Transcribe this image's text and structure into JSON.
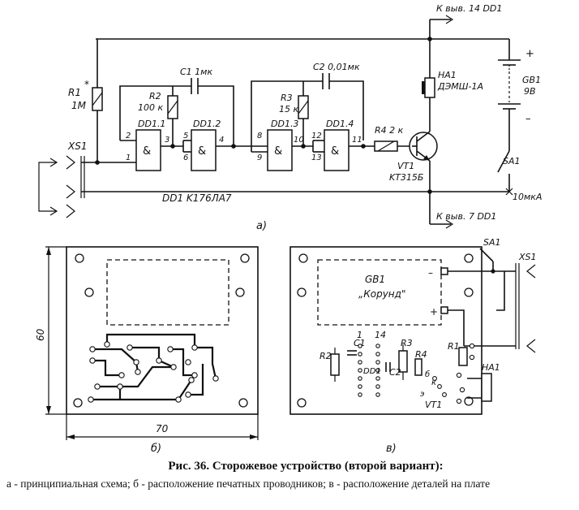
{
  "schematic": {
    "top_output": "К выв. 14 DD1",
    "bottom_output": "К выв. 7 DD1",
    "connector": "XS1",
    "r1": {
      "name": "R1",
      "mark": "*",
      "value": "1М"
    },
    "r2": {
      "name": "R2",
      "value": "100 к"
    },
    "r3": {
      "name": "R3",
      "value": "15 к"
    },
    "r4": {
      "label": "R4 2 к"
    },
    "c1": {
      "label": "C1 1мк"
    },
    "c2": {
      "label": "C2 0,01мк"
    },
    "gates": [
      {
        "name": "DD1.1",
        "in_a": "2",
        "in_b": "1",
        "out": "3",
        "symbol": "&"
      },
      {
        "name": "DD1.2",
        "in_a": "5",
        "in_b": "6",
        "out": "4",
        "symbol": "&"
      },
      {
        "name": "DD1.3",
        "in_a": "8",
        "in_b": "9",
        "out": "10",
        "symbol": "&"
      },
      {
        "name": "DD1.4",
        "in_a": "12",
        "in_b": "13",
        "out": "11",
        "symbol": "&"
      }
    ],
    "chip": "DD1  K176ЛА7",
    "ha1": {
      "name": "HA1",
      "type": "ДЭМШ-1А"
    },
    "gb1": {
      "name": "GB1",
      "voltage": "9В",
      "plus": "+",
      "minus": "–"
    },
    "sa1": "SA1",
    "vt1": {
      "name": "VT1",
      "type": "KT315Б"
    },
    "current": "10мкА",
    "sublabel": "а)"
  },
  "board_b": {
    "width_label": "70",
    "height_label": "60",
    "sublabel": "б)"
  },
  "board_c": {
    "sa1": "SA1",
    "xs1": "XS1",
    "battery_name": "GB1",
    "battery_type": "„Корунд\"",
    "minus": "–",
    "plus": "+",
    "r1": "R1",
    "r2": "R2",
    "r3": "R3",
    "r4": "R4",
    "c1": "C1",
    "c2": "C2",
    "dd1": "DD1",
    "pin1": "1",
    "pin14": "14",
    "b": "б",
    "k": "к",
    "e": "э",
    "vt1": "VT1",
    "ha1": "HA1",
    "sublabel": "в)"
  },
  "caption": {
    "title": "Рис. 36. Сторожевое устройство (второй вариант):",
    "text": "а - принципиальная схема; б - расположение печатных проводников; в - расположение деталей на плате"
  }
}
